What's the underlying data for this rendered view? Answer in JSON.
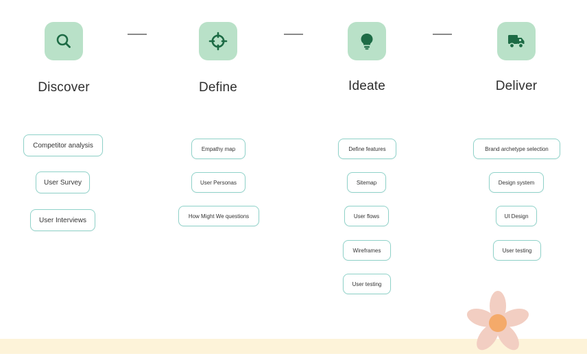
{
  "colors": {
    "icon_tile": "#b9e1c8",
    "icon_glyph": "#1d6b45",
    "pill_border": "#8fd2c9",
    "band": "#fdf3d9",
    "petal": "#f2cec2",
    "flower_center": "#f4aa6a"
  },
  "phases": [
    {
      "title": "Discover",
      "icon": "search-icon",
      "items": [
        "Competitor analysis",
        "User Survey",
        "User Interviews"
      ]
    },
    {
      "title": "Define",
      "icon": "crosshair-icon",
      "items": [
        "Empathy map",
        "User Personas",
        "How Might We questions"
      ]
    },
    {
      "title": "Ideate",
      "icon": "lightbulb-icon",
      "items": [
        "Define features",
        "Sitemap",
        "User flows",
        "Wireframes",
        "User testing"
      ]
    },
    {
      "title": "Deliver",
      "icon": "truck-icon",
      "items": [
        "Brand archetype selection",
        "Design system",
        "UI Design",
        "User testing"
      ]
    }
  ]
}
